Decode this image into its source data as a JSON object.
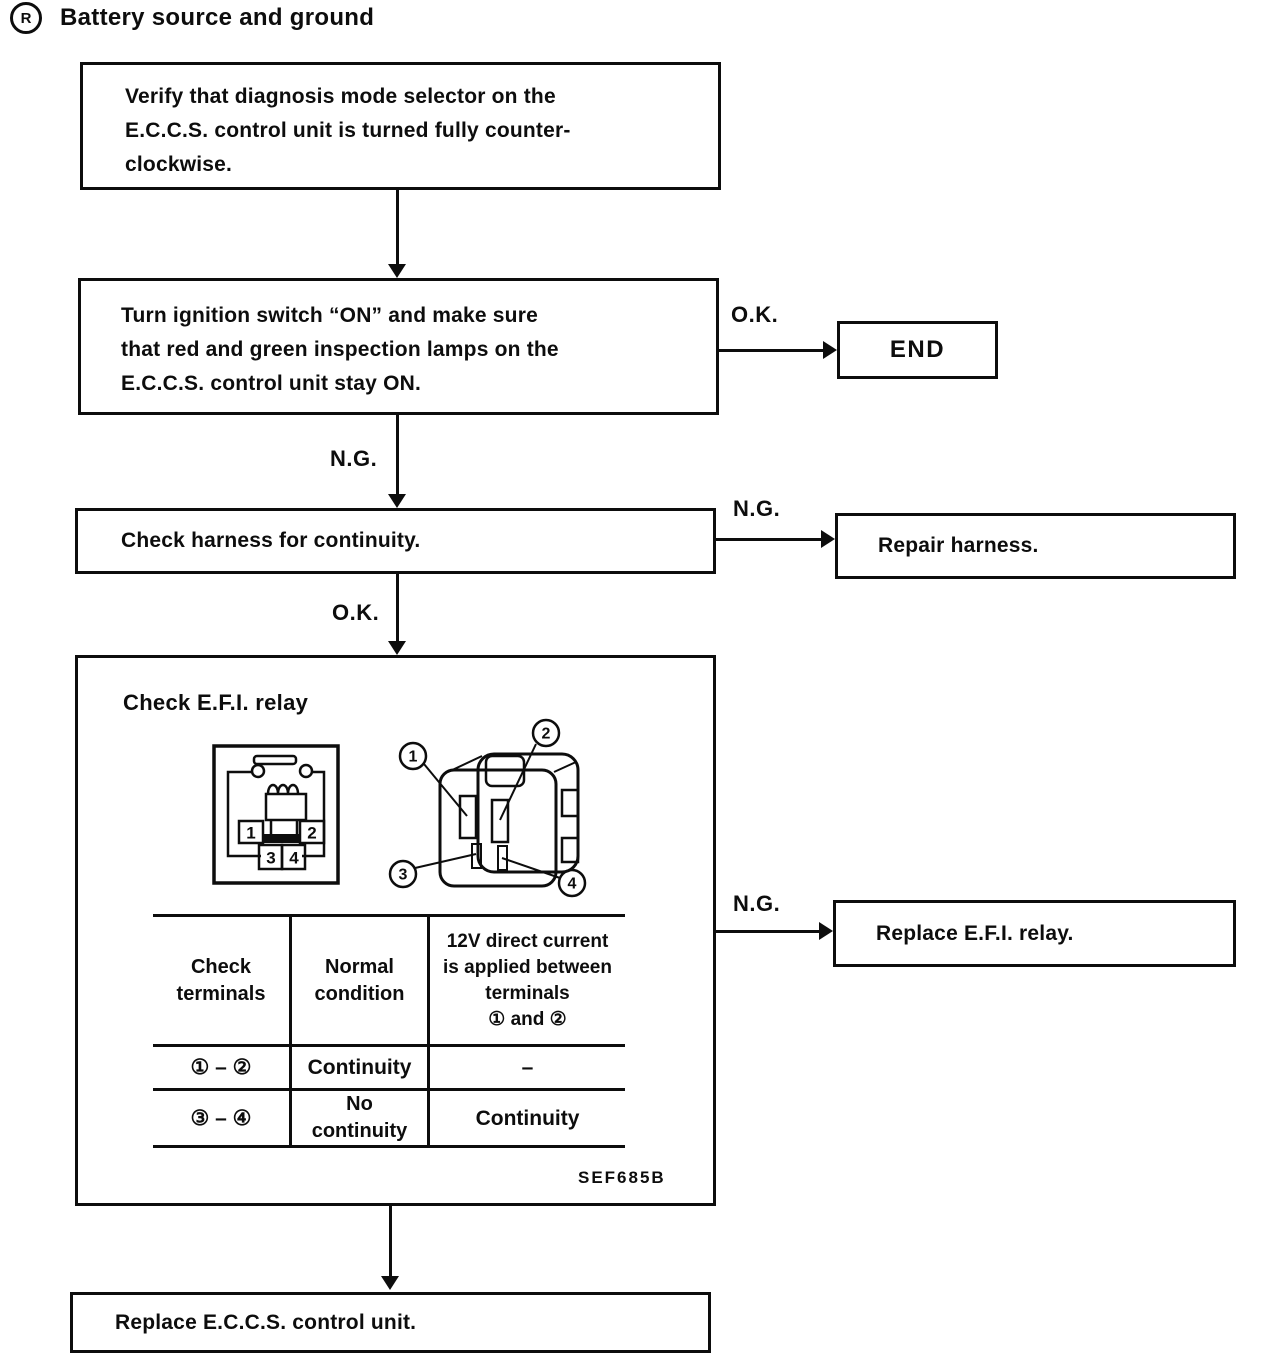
{
  "doc": {
    "badge_letter": "R",
    "title": "Battery source and ground",
    "figure_code": "SEF685B"
  },
  "labels": {
    "ok": "O.K.",
    "ng": "N.G."
  },
  "steps": {
    "verify": {
      "lines": [
        "Verify that diagnosis mode selector on the",
        "E.C.C.S. control unit is turned fully counter-",
        "clockwise."
      ]
    },
    "ignition": {
      "lines": [
        "Turn ignition switch “ON” and make sure",
        "that red and green inspection lamps on the",
        "E.C.C.S. control unit stay ON."
      ]
    },
    "check_harness": {
      "text": "Check harness for continuity."
    },
    "end": {
      "text": "END"
    },
    "repair_harness": {
      "text": "Repair harness."
    },
    "check_relay": {
      "title": "Check E.F.I. relay"
    },
    "replace_relay": {
      "text": "Replace E.F.I. relay."
    },
    "replace_unit": {
      "text": "Replace E.C.C.S. control unit."
    }
  },
  "relay": {
    "schematic_terminals": [
      "1",
      "2",
      "3",
      "4"
    ],
    "callouts": [
      "1",
      "2",
      "3",
      "4"
    ]
  },
  "table": {
    "headers": {
      "check_terminals": [
        "Check",
        "terminals"
      ],
      "normal_condition": [
        "Normal",
        "condition"
      ],
      "applied": [
        "12V direct current",
        "is applied between",
        "terminals",
        "① and ②"
      ]
    },
    "rows": [
      {
        "terminals": "① – ②",
        "normal": "Continuity",
        "applied": "–"
      },
      {
        "terminals": "③ – ④",
        "normal_lines": [
          "No",
          "continuity"
        ],
        "applied": "Continuity"
      }
    ]
  }
}
